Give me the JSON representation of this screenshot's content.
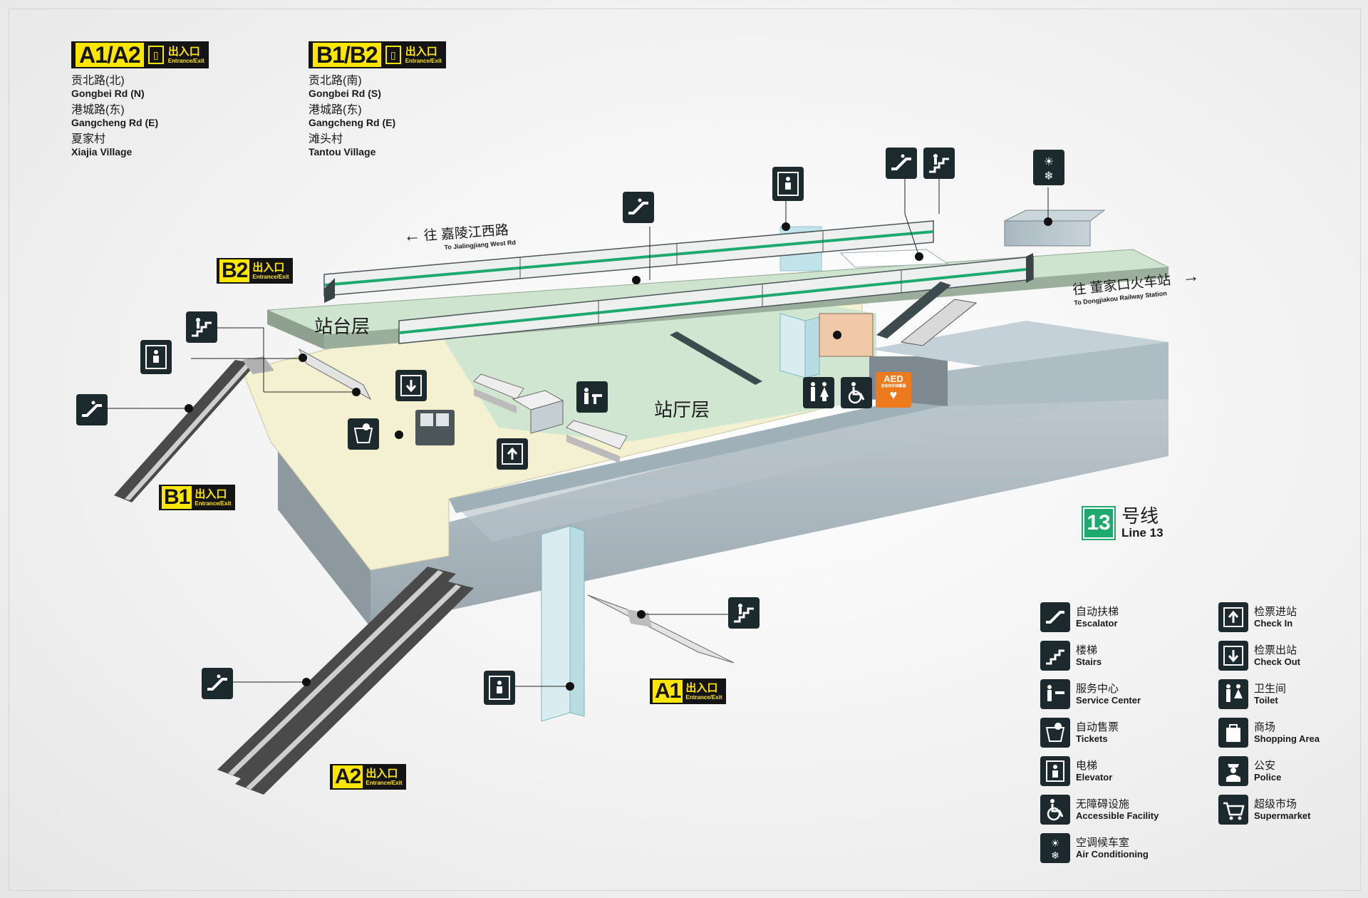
{
  "exits_top": [
    {
      "code": "A1/A2",
      "tag_cn": "出入口",
      "tag_en": "Entrance/Exit",
      "destinations": [
        {
          "cn": "贡北路(北)",
          "en": "Gongbei Rd (N)"
        },
        {
          "cn": "港城路(东)",
          "en": "Gangcheng Rd (E)"
        },
        {
          "cn": "夏家村",
          "en": "Xiajia Village"
        }
      ]
    },
    {
      "code": "B1/B2",
      "tag_cn": "出入口",
      "tag_en": "Entrance/Exit",
      "destinations": [
        {
          "cn": "贡北路(南)",
          "en": "Gongbei Rd (S)"
        },
        {
          "cn": "港城路(东)",
          "en": "Gangcheng Rd (E)"
        },
        {
          "cn": "滩头村",
          "en": "Tantou Village"
        }
      ]
    }
  ],
  "diagram": {
    "platform_label": "站台层",
    "concourse_label": "站厅层",
    "direction_west": {
      "cn": "往 嘉陵江西路",
      "en": "To Jialingjiang West Rd"
    },
    "direction_east": {
      "cn": "往 董家口火车站",
      "en": "To Dongjiakou Railway Station"
    },
    "aed": {
      "title": "AED",
      "sub": "自动体外除颤器"
    },
    "exit_labels": {
      "b2": {
        "code": "B2",
        "cn": "出入口",
        "en": "Entrance/Exit"
      },
      "b1": {
        "code": "B1",
        "cn": "出入口",
        "en": "Entrance/Exit"
      },
      "a1": {
        "code": "A1",
        "cn": "出入口",
        "en": "Entrance/Exit"
      },
      "a2": {
        "code": "A2",
        "cn": "出入口",
        "en": "Entrance/Exit"
      }
    }
  },
  "line": {
    "number": "13",
    "cn": "号线",
    "en": "Line 13",
    "color": "#1eaa6e"
  },
  "legend": [
    {
      "icon": "escalator-icon",
      "cn": "自动扶梯",
      "en": "Escalator"
    },
    {
      "icon": "stairs-icon",
      "cn": "楼梯",
      "en": "Stairs"
    },
    {
      "icon": "service-center-icon",
      "cn": "服务中心",
      "en": "Service Center"
    },
    {
      "icon": "ticket-machine-icon",
      "cn": "自动售票",
      "en": "Tickets"
    },
    {
      "icon": "elevator-icon",
      "cn": "电梯",
      "en": "Elevator"
    },
    {
      "icon": "accessible-icon",
      "cn": "无障碍设施",
      "en": "Accessible Facility"
    },
    {
      "icon": "air-conditioning-icon",
      "cn": "空调候车室",
      "en": "Air Conditioning"
    },
    {
      "icon": "check-in-icon",
      "cn": "检票进站",
      "en": "Check In"
    },
    {
      "icon": "check-out-icon",
      "cn": "检票出站",
      "en": "Check Out"
    },
    {
      "icon": "toilet-icon",
      "cn": "卫生间",
      "en": "Toilet"
    },
    {
      "icon": "shopping-icon",
      "cn": "商场",
      "en": "Shopping Area"
    },
    {
      "icon": "police-icon",
      "cn": "公安",
      "en": "Police"
    },
    {
      "icon": "supermarket-icon",
      "cn": "超级市场",
      "en": "Supermarket"
    }
  ],
  "colors": {
    "exit_yellow": "#ffe600",
    "icon_dark": "#1c2a2e",
    "platform_green": "#cfe6cf",
    "concourse_beige": "#f2f0cf",
    "aed_orange": "#ee7a1e",
    "train_stripe": "#1eaa6e"
  }
}
